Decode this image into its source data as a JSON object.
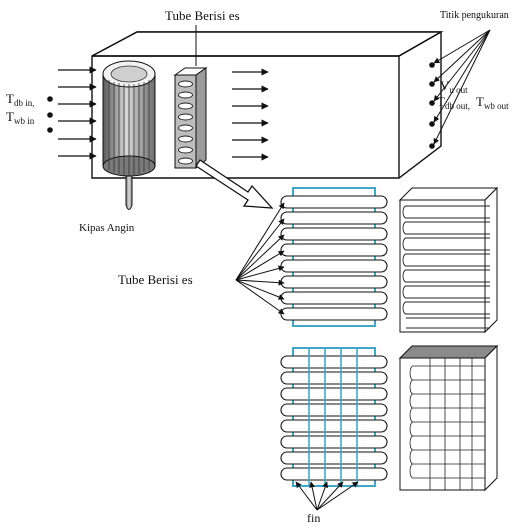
{
  "labels": {
    "tube_top": "Tube Berisi es",
    "titik": "Titik pengukuran",
    "tdb_in_main": "T",
    "tdb_in_sub": "db in,",
    "twb_in_main": "T",
    "twb_in_sub": "wb in",
    "vu_out_main": "V",
    "vu_out_sub": "u out",
    "tdb_out_main": "T",
    "tdb_out_sub": "db out,",
    "twb_out_main": "T",
    "twb_out_sub": "wb out",
    "kipas": "Kipas Angin",
    "tube_mid": "Tube Berisi es",
    "fin": "fin"
  },
  "colors": {
    "frame_blue": "#3fa7c9",
    "line": "#111111",
    "cylinder_dark": "#6e6e6e",
    "cylinder_light": "#e6e6e6"
  }
}
